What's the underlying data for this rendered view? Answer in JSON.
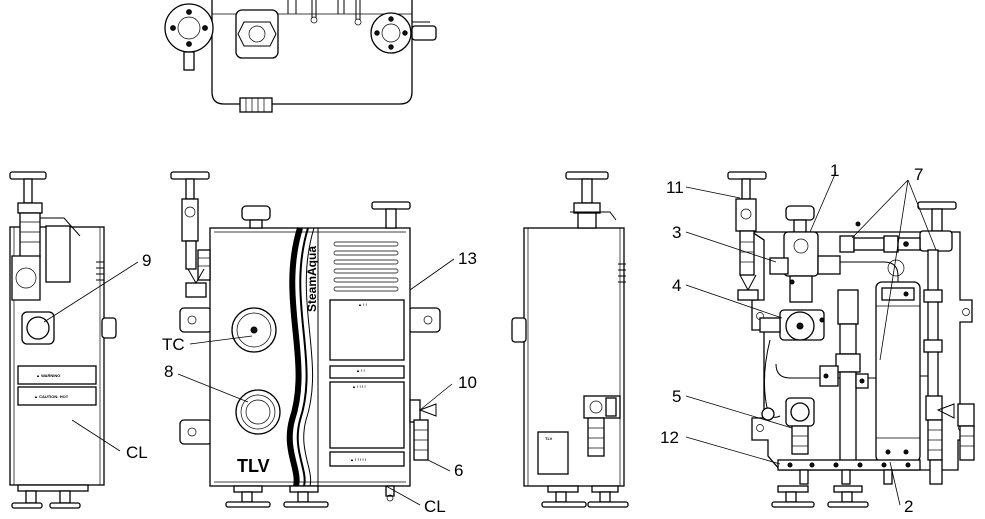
{
  "callouts": {
    "c9": "9",
    "c13": "13",
    "tc": "TC",
    "c8": "8",
    "c10": "10",
    "cl_left": "CL",
    "c6": "6",
    "cl_bottom": "CL",
    "c11": "11",
    "c1": "1",
    "c7": "7",
    "c3": "3",
    "c4": "4",
    "c5": "5",
    "c12": "12",
    "c2": "2"
  },
  "brand": {
    "product": "SteamAqua",
    "maker": "TLV"
  },
  "side_label": {
    "maker": "TLV"
  },
  "colors": {
    "line": "#000000",
    "background": "#ffffff"
  }
}
